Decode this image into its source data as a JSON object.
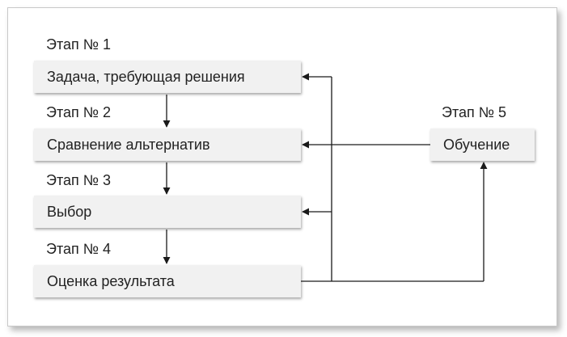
{
  "stages": [
    {
      "label": "Этап № 1",
      "text": "Задача, требующая решения"
    },
    {
      "label": "Этап № 2",
      "text": "Сравнение альтернатив"
    },
    {
      "label": "Этап № 3",
      "text": "Выбор"
    },
    {
      "label": "Этап № 4",
      "text": "Оценка результата"
    },
    {
      "label": "Этап № 5",
      "text": "Обучение"
    }
  ],
  "colors": {
    "box_fill": "#f1f1f1",
    "line": "#1a1a1a",
    "frame_border": "#c8c8c8"
  }
}
